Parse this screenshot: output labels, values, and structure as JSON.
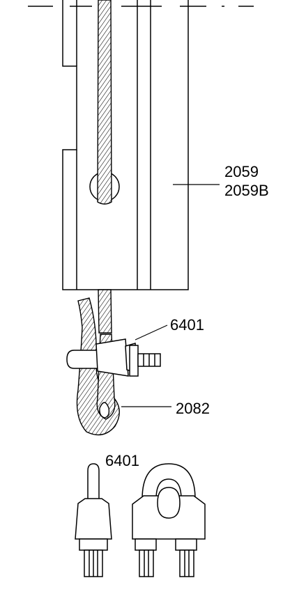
{
  "labels": {
    "bracket_part": "2059",
    "bracket_part_alt": "2059B",
    "clamp_part": "6401",
    "loop_part": "2082",
    "detail_title": "6401"
  },
  "colors": {
    "ink": "#000000",
    "paper": "#ffffff"
  }
}
